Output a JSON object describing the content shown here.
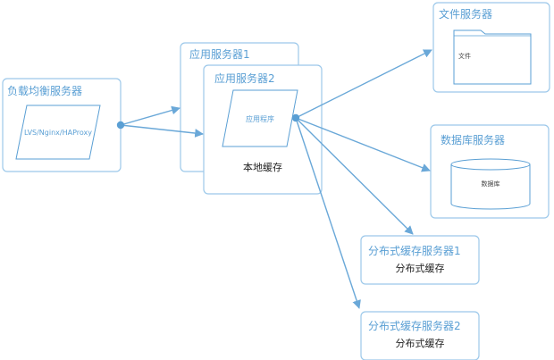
{
  "lb": {
    "title": "负载均衡服务器",
    "shape_label": "LVS/Nginx/HAProxy"
  },
  "app1": {
    "title": "应用服务器1"
  },
  "app2": {
    "title": "应用服务器2",
    "shape_label": "应用程序",
    "cache_label": "本地缓存"
  },
  "file": {
    "title": "文件服务器",
    "folder_label": "文件"
  },
  "db": {
    "title": "数据库服务器",
    "cyl_label": "数据库"
  },
  "dc1": {
    "title": "分布式缓存服务器1",
    "label": "分布式缓存"
  },
  "dc2": {
    "title": "分布式缓存服务器2",
    "label": "分布式缓存"
  },
  "colors": {
    "border": "#9cc8ea",
    "accent": "#5a9fd4",
    "text_dark": "#222222"
  }
}
